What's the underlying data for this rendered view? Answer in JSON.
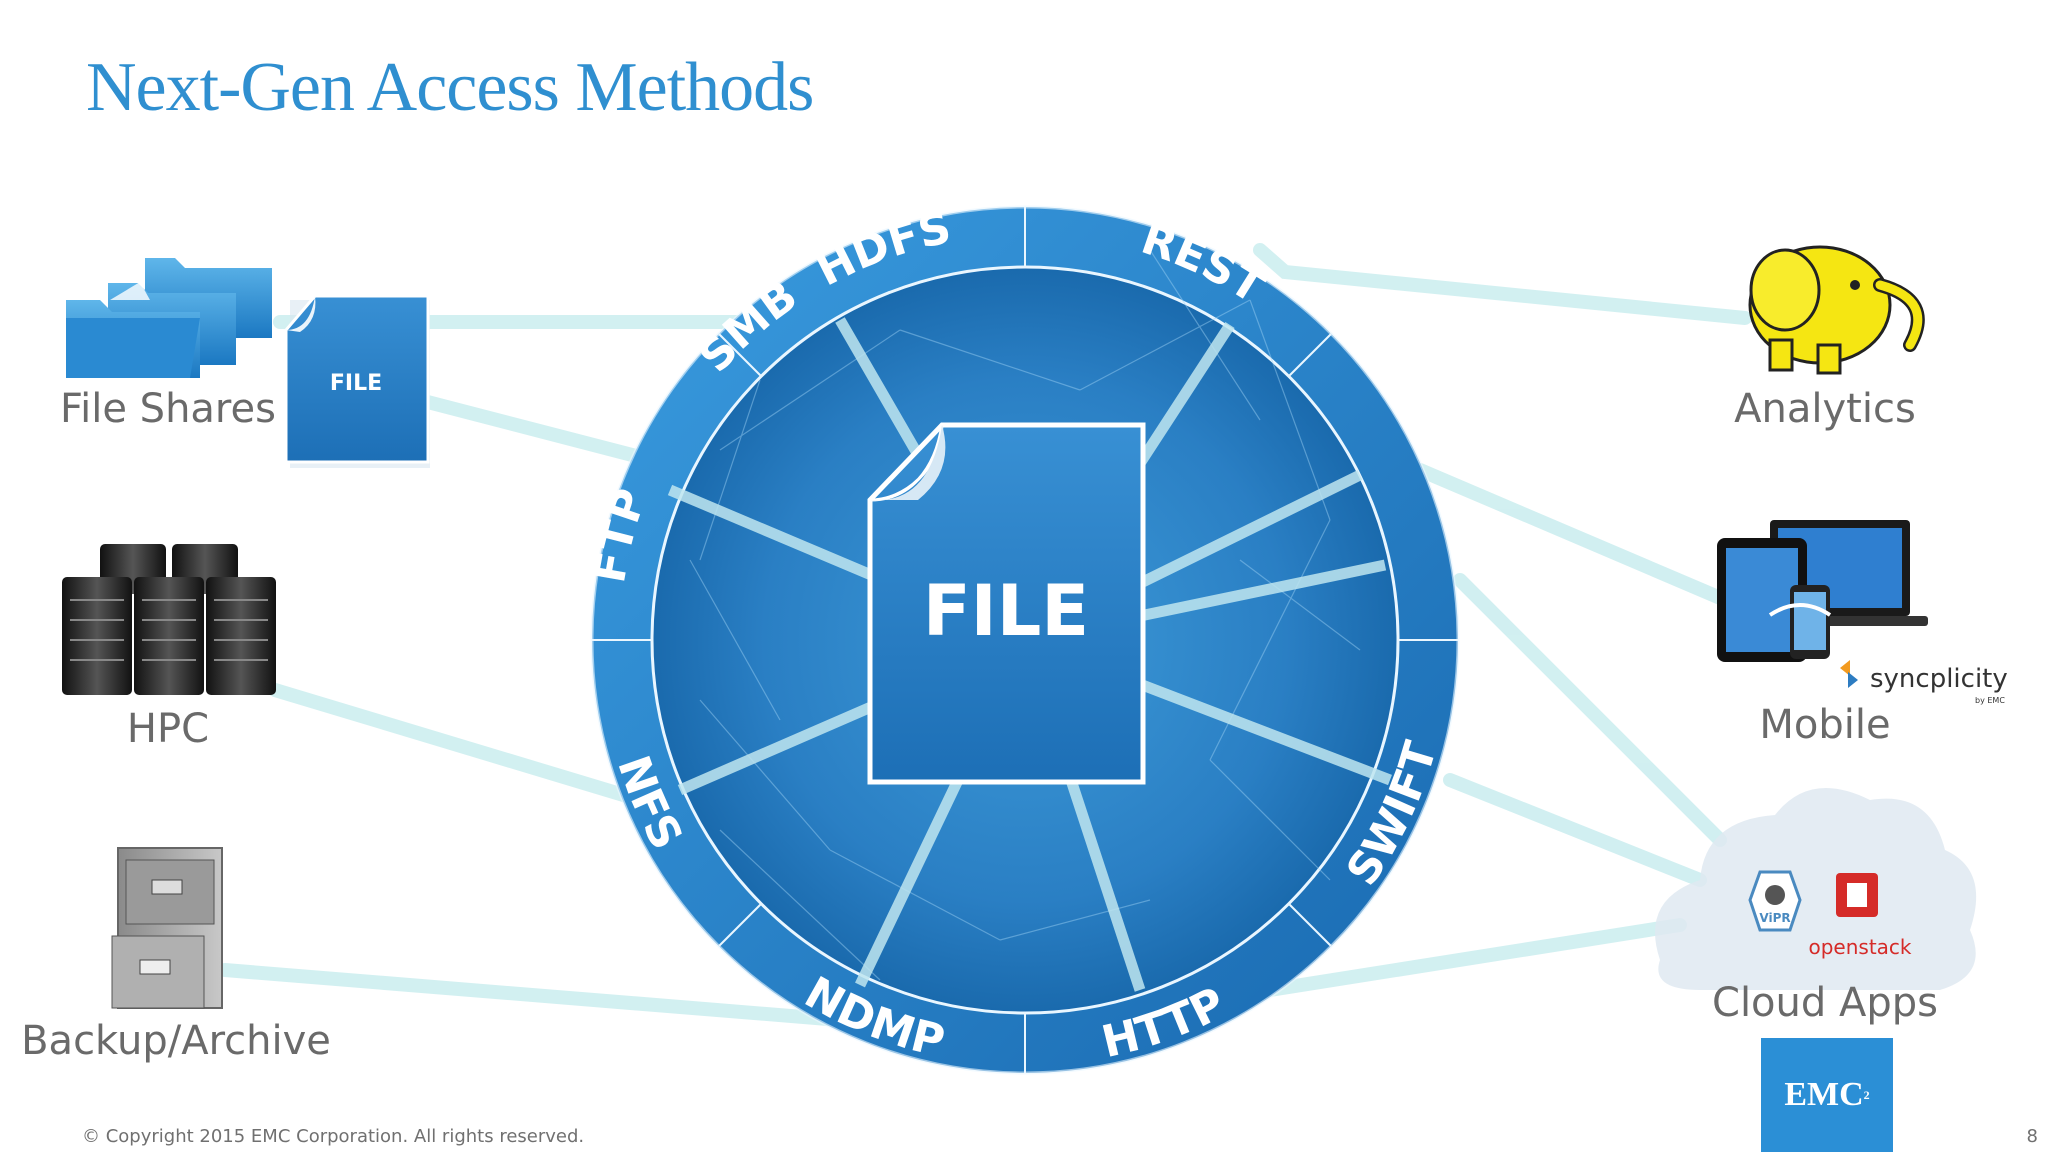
{
  "slide": {
    "title": "Next-Gen Access Methods",
    "copyright": "© Copyright 2015 EMC Corporation. All rights reserved.",
    "page_number": "8"
  },
  "center": {
    "label": "FILE",
    "protocols": [
      "SMB",
      "HDFS",
      "REST",
      "SWIFT",
      "HTTP",
      "NDMP",
      "NFS",
      "FTP"
    ]
  },
  "left_nodes": {
    "file_shares": "File Shares",
    "file_doc": "FILE",
    "hpc": "HPC",
    "backup": "Backup/Archive"
  },
  "right_nodes": {
    "analytics": "Analytics",
    "mobile": "Mobile",
    "syncplicity": "syncplicity",
    "syncplicity_by": "by EMC",
    "cloud_apps": "Cloud Apps",
    "vipr": "ViPR",
    "openstack": "openstack"
  },
  "logo": {
    "text": "EMC",
    "sup": "2"
  },
  "colors": {
    "title": "#2f8fd0",
    "ring": "#1e7cc4",
    "connector": "#cdeef0",
    "hadoop_yellow": "#f5e612"
  }
}
